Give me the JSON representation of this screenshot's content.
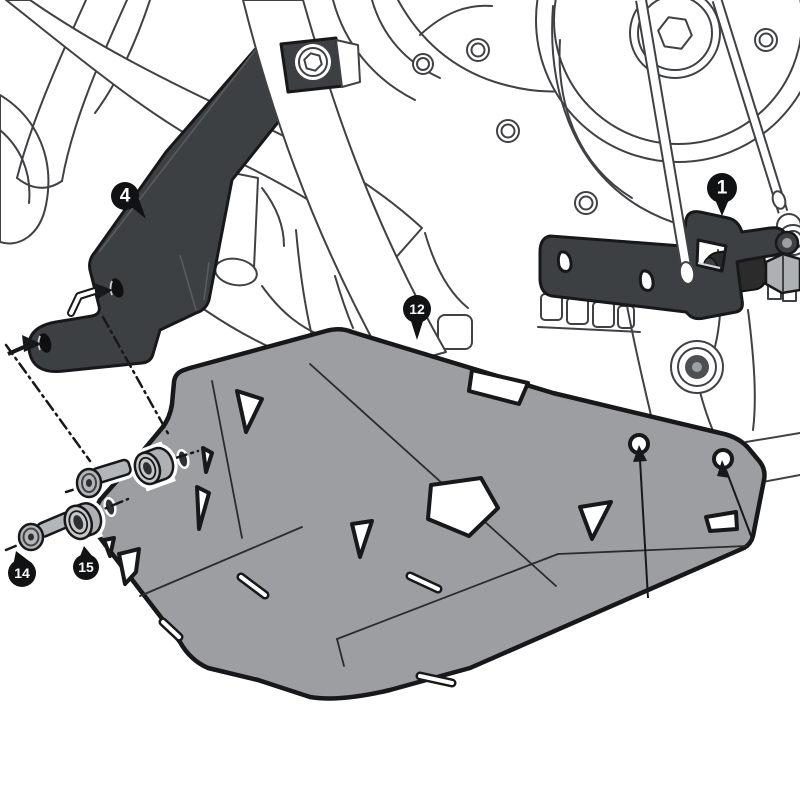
{
  "diagram": {
    "callouts": {
      "c1": {
        "label": "1"
      },
      "c4": {
        "label": "4"
      },
      "c12": {
        "label": "12"
      },
      "c14": {
        "label": "14"
      },
      "c15": {
        "label": "15"
      }
    },
    "colors": {
      "background": "#ffffff",
      "plate": "#9c9ea1",
      "bracket": "#3d4043",
      "outline": "#17181a",
      "lineart": "#3f4144",
      "hardware_light": "#c5c7c9",
      "hardware_mid": "#aeb1b4",
      "callout_bg": "#111213",
      "callout_text": "#ffffff"
    }
  }
}
